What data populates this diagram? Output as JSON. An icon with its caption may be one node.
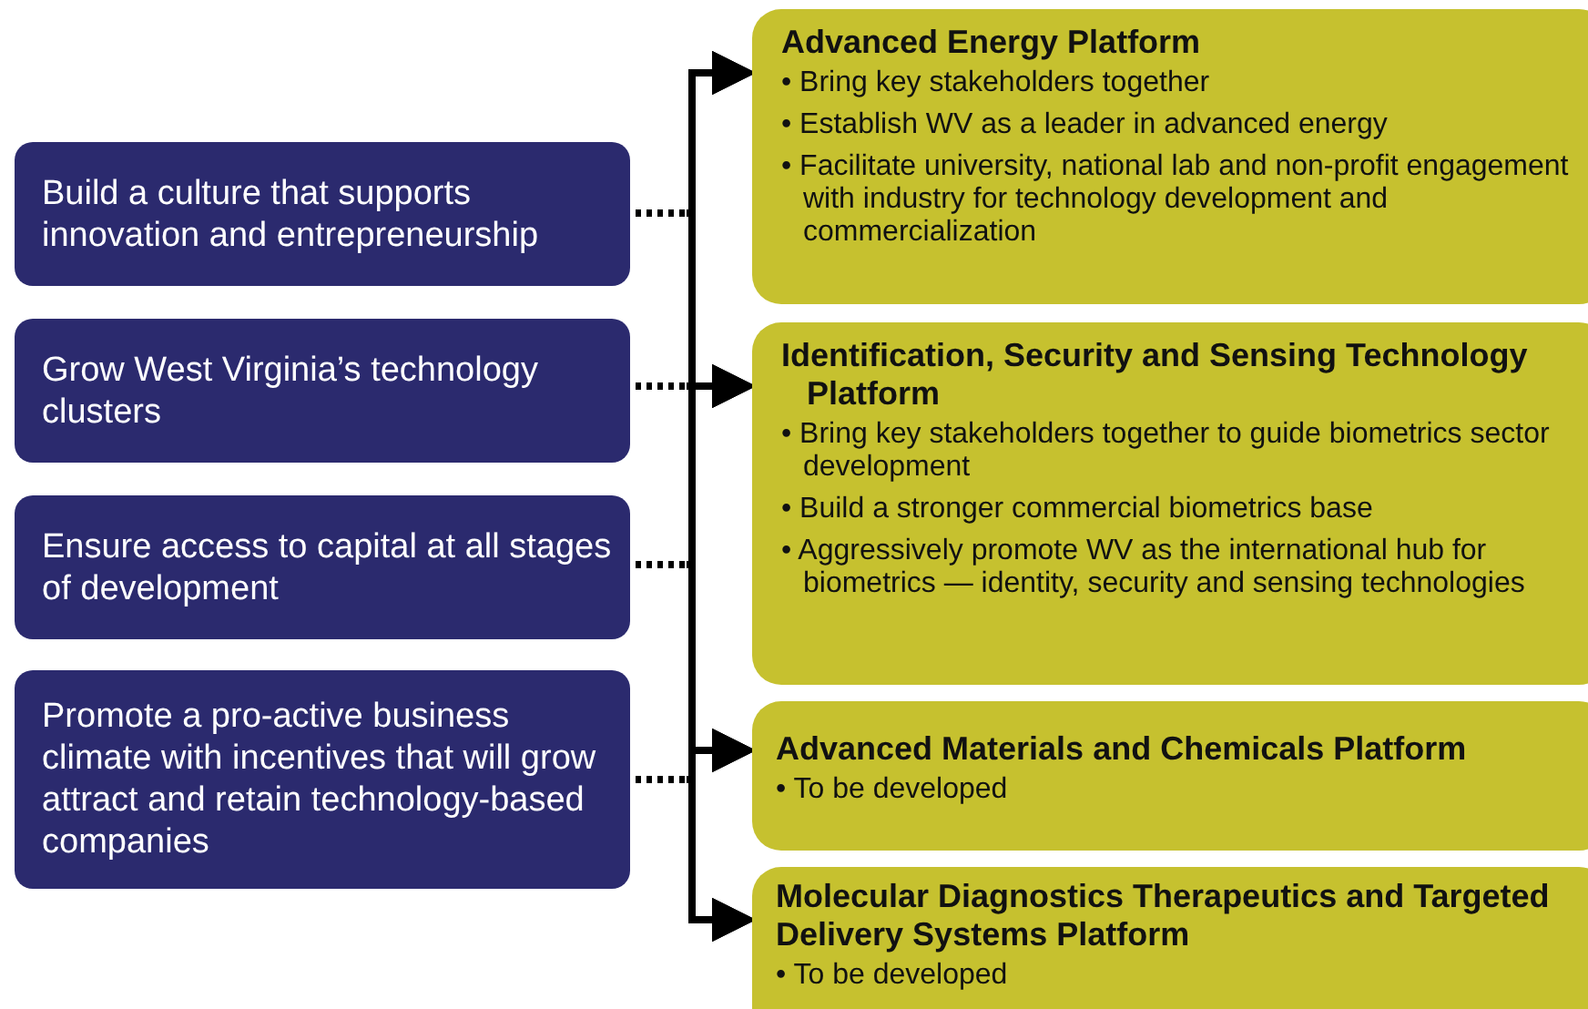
{
  "diagram": {
    "nodes": [
      {
        "text": [
          "Build a culture that supports innovation and entrepreneurship"
        ]
      },
      {
        "text": [
          "Grow West Virginia’s technology clusters"
        ]
      },
      {
        "text": [
          "Ensure access to capital at all stages of development"
        ]
      },
      {
        "text": [
          "Promote a pro-active business climate with incentives that will grow attract and retain technology-based companies"
        ]
      },
      {
        "text": [
          "Advanced Energy Platform",
          "• Bring key stakeholders together",
          "• Establish WV as a leader in advanced energy",
          "• Facilitate university, national lab and non-profit engagement with industry for technology development and commercialization"
        ]
      },
      {
        "text": [
          "Identification, Security and Sensing Technology Platform",
          "• Bring key stakeholders together to guide biometrics sector development",
          "• Build a stronger commercial biometrics base",
          "• Aggressively promote WV as the international hub for biometrics — identity, security and sensing technologies"
        ]
      },
      {
        "text": [
          "Advanced Materials and Chemicals Platform",
          "• To be developed"
        ]
      },
      {
        "text": [
          "Molecular Diagnostics Therapeutics and Targeted Delivery Systems Platform",
          "• To be developed"
        ]
      }
    ],
    "edges": [
      {
        "from": 0,
        "to": 4,
        "arrow": "to"
      },
      {
        "from": 0,
        "to": 5,
        "arrow": "to"
      },
      {
        "from": 0,
        "to": 6,
        "arrow": "to"
      },
      {
        "from": 0,
        "to": 7,
        "arrow": "to"
      },
      {
        "from": 1,
        "to": 4,
        "arrow": "to"
      },
      {
        "from": 1,
        "to": 5,
        "arrow": "to"
      },
      {
        "from": 1,
        "to": 6,
        "arrow": "to"
      },
      {
        "from": 1,
        "to": 7,
        "arrow": "to"
      },
      {
        "from": 2,
        "to": 4,
        "arrow": "to"
      },
      {
        "from": 2,
        "to": 5,
        "arrow": "to"
      },
      {
        "from": 2,
        "to": 6,
        "arrow": "to"
      },
      {
        "from": 2,
        "to": 7,
        "arrow": "to"
      },
      {
        "from": 3,
        "to": 4,
        "arrow": "to"
      },
      {
        "from": 3,
        "to": 5,
        "arrow": "to"
      },
      {
        "from": 3,
        "to": 6,
        "arrow": "to"
      },
      {
        "from": 3,
        "to": 7,
        "arrow": "to"
      }
    ]
  }
}
